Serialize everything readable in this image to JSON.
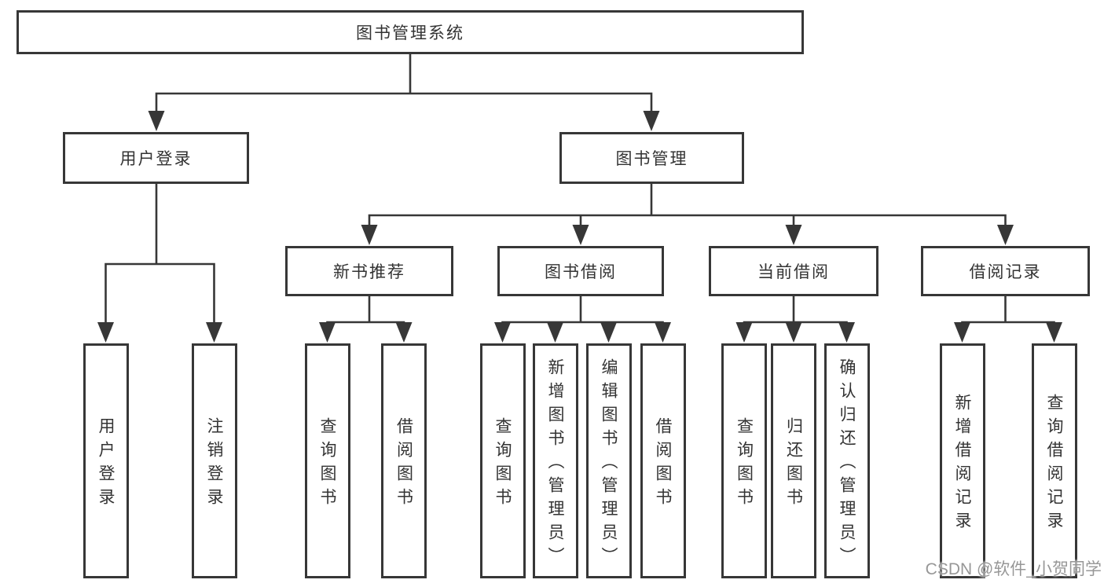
{
  "tree": {
    "root": {
      "label": "图书管理系统",
      "children": [
        {
          "label": "用户登录",
          "leaves": [
            {
              "label": "用户登录"
            },
            {
              "label": "注销登录"
            }
          ]
        },
        {
          "label": "图书管理",
          "children": [
            {
              "label": "新书推荐",
              "leaves": [
                {
                  "label": "查询图书"
                },
                {
                  "label": "借阅图书"
                }
              ]
            },
            {
              "label": "图书借阅",
              "leaves": [
                {
                  "label": "查询图书"
                },
                {
                  "label": "新增图书（管理员）"
                },
                {
                  "label": "编辑图书（管理员）"
                },
                {
                  "label": "借阅图书"
                }
              ]
            },
            {
              "label": "当前借阅",
              "leaves": [
                {
                  "label": "查询图书"
                },
                {
                  "label": "归还图书"
                },
                {
                  "label": "确认归还（管理员）"
                }
              ]
            },
            {
              "label": "借阅记录",
              "leaves": [
                {
                  "label": "新增借阅记录"
                },
                {
                  "label": "查询借阅记录"
                }
              ]
            }
          ]
        }
      ]
    }
  },
  "watermark": {
    "text": "CSDN @软件_小贺同学"
  },
  "colors": {
    "line": "#373737",
    "border": "#373737",
    "text": "#333333",
    "watermark": "#979797",
    "background": "#ffffff"
  }
}
